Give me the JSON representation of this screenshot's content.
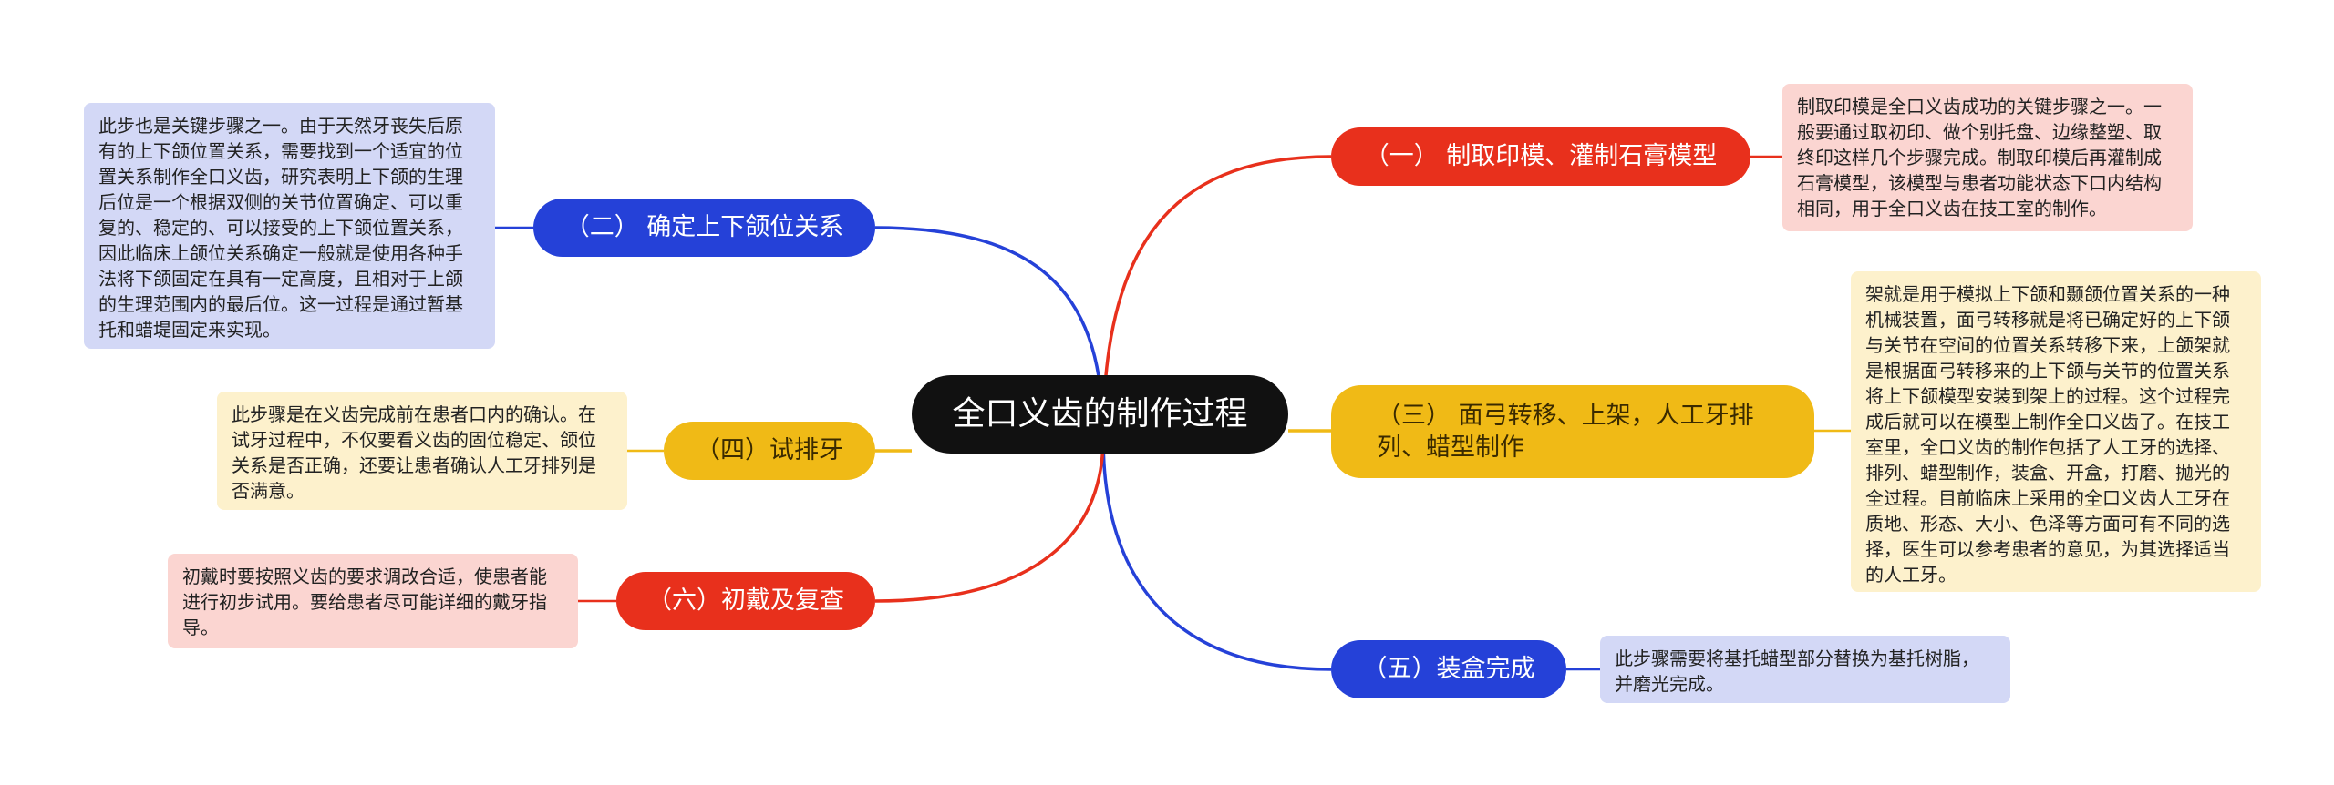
{
  "title": "全口义齿的制作过程",
  "branches": [
    {
      "id": "b1",
      "label": "（一） 制取印模、灌制石膏模型",
      "note": "制取印模是全口义齿成功的关键步骤之一。一般要通过取初印、做个别托盘、边缘整塑、取终印这样几个步骤完成。制取印模后再灌制成石膏模型，该模型与患者功能状态下口内结构相同，用于全口义齿在技工室的制作。"
    },
    {
      "id": "b2",
      "label": "（二） 确定上下颌位关系",
      "note": "此步也是关键步骤之一。由于天然牙丧失后原有的上下颌位置关系，需要找到一个适宜的位置关系制作全口义齿，研究表明上下颌的生理后位是一个根据双侧的关节位置确定、可以重复的、稳定的、可以接受的上下颌位置关系，因此临床上颌位关系确定一般就是使用各种手法将下颌固定在具有一定高度，且相对于上颌的生理范围内的最后位。这一过程是通过暂基托和蜡堤固定来实现。"
    },
    {
      "id": "b3",
      "label": "（三） 面弓转移、上架，人工牙排列、蜡型制作",
      "note": "架就是用于模拟上下颌和颞颌位置关系的一种机械装置，面弓转移就是将已确定好的上下颌与关节在空间的位置关系转移下来，上颌架就是根据面弓转移来的上下颌与关节的位置关系将上下颌模型安装到架上的过程。这个过程完成后就可以在模型上制作全口义齿了。在技工室里，全口义齿的制作包括了人工牙的选择、排列、蜡型制作，装盒、开盒，打磨、抛光的全过程。目前临床上采用的全口义齿人工牙在质地、形态、大小、色泽等方面可有不同的选择，医生可以参考患者的意见，为其选择适当的人工牙。"
    },
    {
      "id": "b4",
      "label": "（四）试排牙",
      "note": "此步骤是在义齿完成前在患者口内的确认。在试牙过程中，不仅要看义齿的固位稳定、颌位关系是否正确，还要让患者确认人工牙排列是否满意。"
    },
    {
      "id": "b5",
      "label": "（五）装盒完成",
      "note": "此步骤需要将基托蜡型部分替换为基托树脂，并磨光完成。"
    },
    {
      "id": "b6",
      "label": "（六）初戴及复查",
      "note": "初戴时要按照义齿的要求调改合适，使患者能进行初步试用。要给患者尽可能详细的戴牙指导。"
    }
  ],
  "colors": {
    "red": "#e8301c",
    "blue": "#2541d8",
    "yellow": "#f0ba16",
    "root": "#111111"
  }
}
